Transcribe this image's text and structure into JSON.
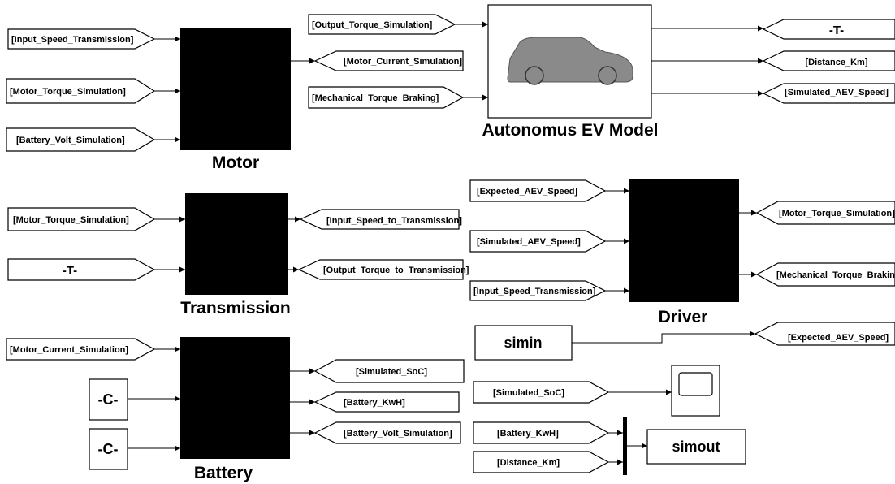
{
  "blocks": {
    "motor": "Motor",
    "transmission": "Transmission",
    "battery": "Battery",
    "driver": "Driver",
    "ev_model": "Autonomus EV Model",
    "simin": "simin",
    "simout": "simout",
    "constant_1": "-C-",
    "constant_2": "-C-"
  },
  "from_tags": {
    "input_speed_transmission": "[Input_Speed_Transmission]",
    "motor_torque_sim_1": "[Motor_Torque_Simulation]",
    "battery_volt_sim_1": "[Battery_Volt_Simulation]",
    "output_torque_sim": "[Output_Torque_Simulation]",
    "mechanical_torque_braking_1": "[Mechanical_Torque_Braking]",
    "motor_torque_sim_2": "[Motor_Torque_Simulation]",
    "t_tag_1": "-T-",
    "motor_current_sim_1": "[Motor_Current_Simulation]",
    "expected_aev_speed_1": "[Expected_AEV_Speed]",
    "simulated_aev_speed_1": "[Simulated_AEV_Speed]",
    "input_speed_transmission_2": "[Input_Speed_Transmission]",
    "simulated_soc_1": "[Simulated_SoC]",
    "battery_kwh_1": "[Battery_KwH]",
    "distance_km_1": "[Distance_Km]"
  },
  "goto_tags": {
    "motor_current_sim_2": "[Motor_Current_Simulation]",
    "t_tag_2": "-T-",
    "distance_km_2": "[Distance_Km]",
    "simulated_aev_speed_2": "[Simulated_AEV_Speed]",
    "input_speed_to_transmission": "[Input_Speed_to_Transmission]",
    "output_torque_to_transmission": "[Output_Torque_to_Transmission]",
    "motor_torque_sim_3": "[Motor_Torque_Simulation]",
    "mechanical_torque_braking_2": "[Mechanical_Torque_Braking]",
    "expected_aev_speed_2": "[Expected_AEV_Speed]",
    "simulated_soc_2": "[Simulated_SoC]",
    "battery_kwh_2": "[Battery_KwH]",
    "battery_volt_sim_2": "[Battery_Volt_Simulation]"
  },
  "colors": {
    "block_fill": "#000000",
    "line": "#000000",
    "car_body": "#8a8a8a"
  }
}
